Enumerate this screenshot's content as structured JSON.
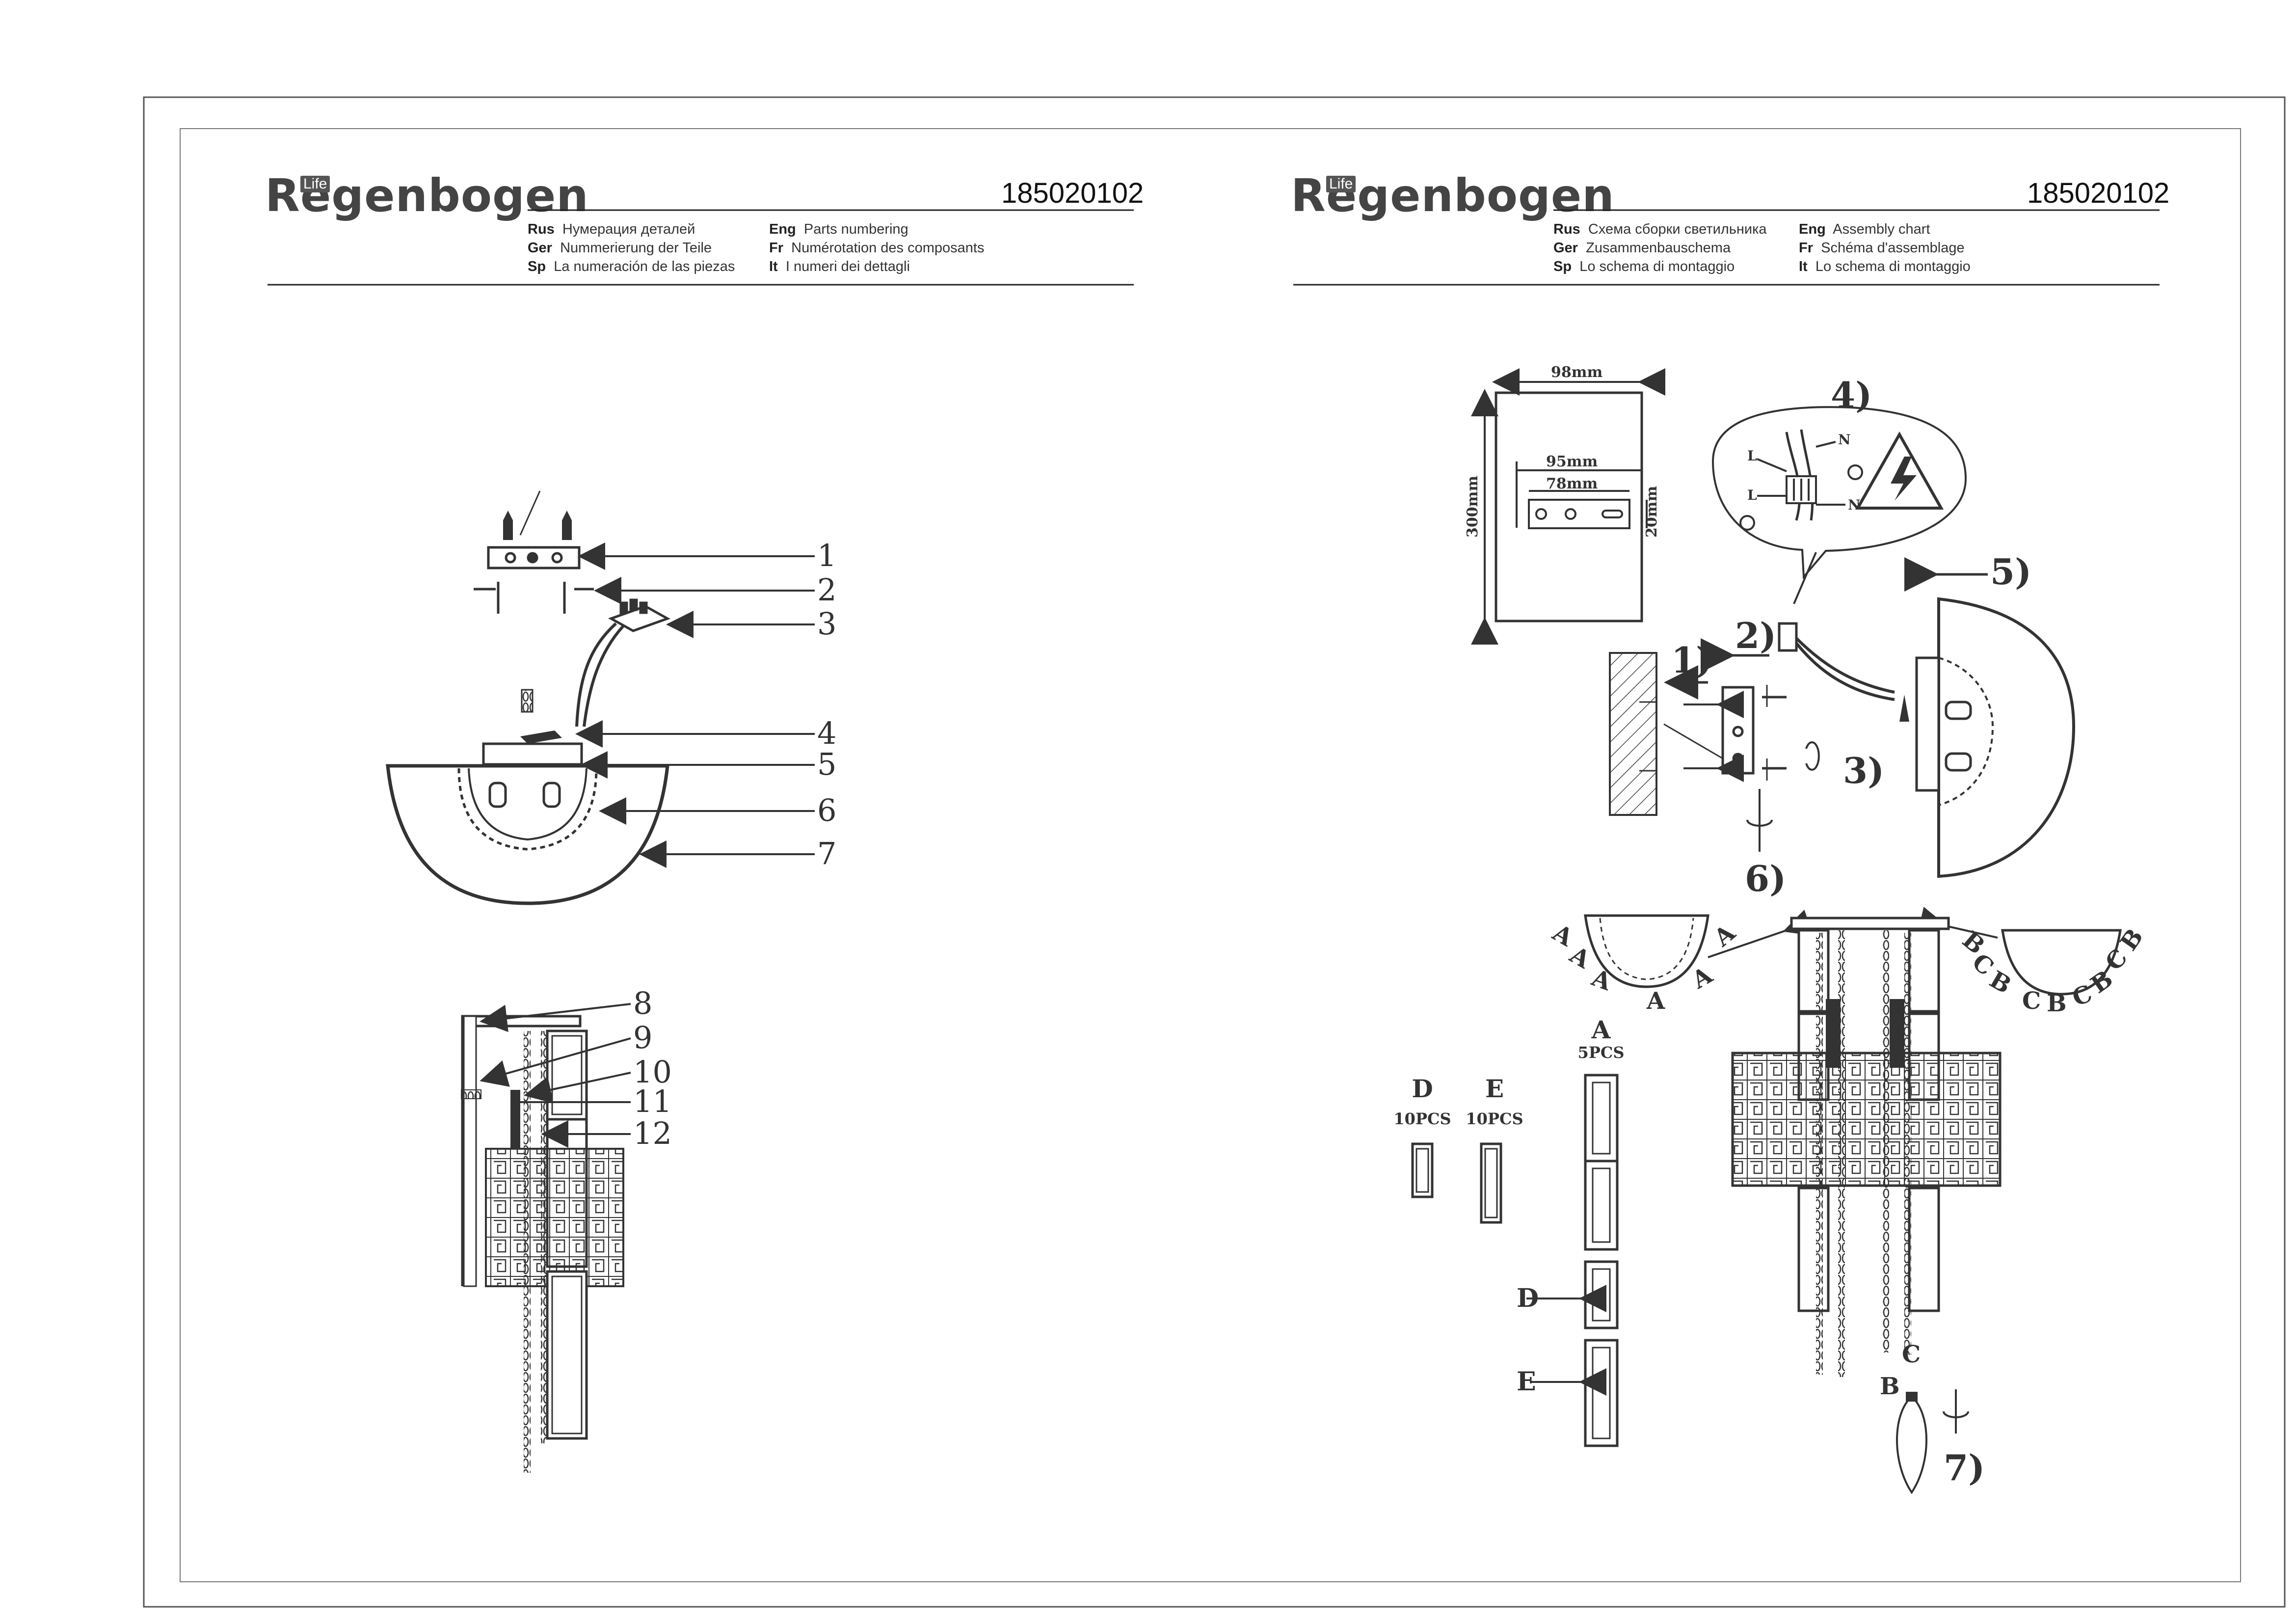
{
  "left_page": {
    "logo": {
      "life": "Life",
      "brand": "Regenbogen"
    },
    "part_number": "185020102",
    "headers": [
      {
        "lang": "Rus",
        "text": "Нумерация деталей"
      },
      {
        "lang": "Ger",
        "text": "Nummerierung der Teile"
      },
      {
        "lang": "Sp",
        "text": "La numeración de las piezas"
      },
      {
        "lang": "Eng",
        "text": "Parts numbering"
      },
      {
        "lang": "Fr",
        "text": "Numérotation des composants"
      },
      {
        "lang": "It",
        "text": "I numeri dei dettagli"
      }
    ],
    "part_labels": [
      "1",
      "2",
      "3",
      "4",
      "5",
      "6",
      "7",
      "8",
      "9",
      "10",
      "11",
      "12"
    ]
  },
  "right_page": {
    "logo": {
      "life": "Life",
      "brand": "Regenbogen"
    },
    "part_number": "185020102",
    "headers": [
      {
        "lang": "Rus",
        "text": "Схема сборки светильника"
      },
      {
        "lang": "Ger",
        "text": "Zusammenbauschema"
      },
      {
        "lang": "Sp",
        "text": "Lo schema di montaggio"
      },
      {
        "lang": "Eng",
        "text": "Assembly chart"
      },
      {
        "lang": "Fr",
        "text": "Schéma d'assemblage"
      },
      {
        "lang": "It",
        "text": "Lo schema di montaggio"
      }
    ],
    "dimensions": {
      "width": "98mm",
      "height": "300mm",
      "bracket": "95mm",
      "holes": "78mm",
      "bracket_h": "20mm"
    },
    "steps": [
      "1)",
      "2)",
      "3)",
      "4)",
      "5)",
      "6)",
      "7)"
    ],
    "wire_labels": {
      "N": "N",
      "L": "L"
    },
    "parts": {
      "A": {
        "letter": "A",
        "qty": "5PCS"
      },
      "D": {
        "letter": "D",
        "qty": "10PCS"
      },
      "E": {
        "letter": "E",
        "qty": "10PCS"
      },
      "B": "B",
      "C": "C"
    }
  }
}
